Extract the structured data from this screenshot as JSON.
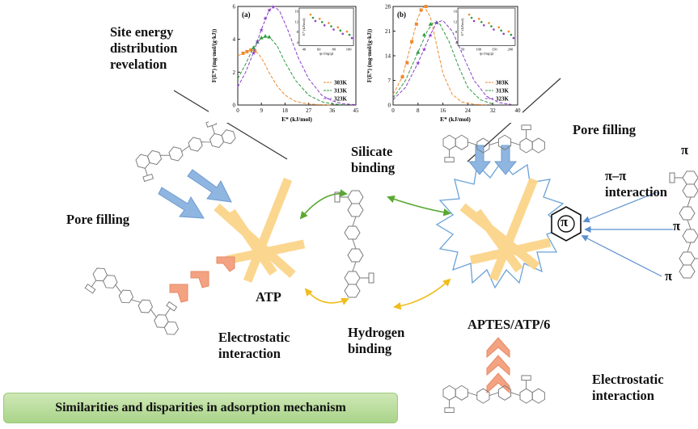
{
  "labels": {
    "site_energy": "Site energy distribution revelation",
    "pore_filling_left": "Pore filling",
    "pore_filling_right": "Pore filling",
    "silicate_binding": "Silicate binding",
    "hydrogen_binding": "Hydrogen binding",
    "atp": "ATP",
    "aptes": "APTES/ATP/6",
    "electrostatic_left": "Electrostatic interaction",
    "electrostatic_right": "Electrostatic interaction",
    "pi_pi": "π–π interaction",
    "pi_symbol": "π",
    "banner": "Similarities and disparities in adsorption mechanism"
  },
  "colors": {
    "clay": "#fbd48a",
    "blue_arrow": "#8fb6e0",
    "orange_arrow": "#f3a282",
    "green_link": "#5aa832",
    "yellow_link": "#f0bd1c",
    "blue_line": "#5b8fcf",
    "spiky": "#6aa2d8"
  },
  "chart_data": [
    {
      "type": "line",
      "panel": "(a)",
      "xlabel": "E* (kJ/mol)",
      "ylabel": "F(E*) (mg·mol/(g·kJ))",
      "xlim": [
        0,
        45
      ],
      "ylim": [
        0,
        6
      ],
      "xticks": [
        "0",
        "9",
        "18",
        "27",
        "36",
        "45"
      ],
      "yticks": [
        "0",
        "2",
        "4",
        "6"
      ],
      "legend": "bottom-right",
      "series": [
        {
          "name": "303K",
          "color": "#f08a2d",
          "x": [
            0,
            2,
            4,
            6,
            8,
            10,
            12,
            15,
            18,
            22,
            27,
            32,
            36
          ],
          "y": [
            3.0,
            3.15,
            3.3,
            3.35,
            3.1,
            2.6,
            1.95,
            1.15,
            0.6,
            0.22,
            0.06,
            0.02,
            0.01
          ],
          "markers_x": [
            2,
            3.5,
            5,
            6.5
          ],
          "markers_y": [
            3.15,
            3.25,
            3.35,
            3.3
          ]
        },
        {
          "name": "313K",
          "color": "#2e9a3f",
          "x": [
            0,
            3,
            6,
            9,
            12,
            15,
            18,
            22,
            27,
            32,
            36,
            40
          ],
          "y": [
            1.6,
            2.5,
            3.5,
            4.1,
            4.15,
            3.6,
            2.6,
            1.5,
            0.6,
            0.2,
            0.07,
            0.02
          ],
          "markers_x": [
            6,
            7.5,
            9,
            10.5,
            12
          ],
          "markers_y": [
            3.5,
            3.85,
            4.1,
            4.2,
            4.15
          ]
        },
        {
          "name": "323K",
          "color": "#8b3fc7",
          "x": [
            0,
            3,
            6,
            9,
            12,
            14,
            16,
            19,
            23,
            27,
            32,
            36,
            40,
            45
          ],
          "y": [
            1.1,
            2.0,
            3.2,
            4.6,
            5.8,
            6.0,
            5.7,
            4.6,
            2.9,
            1.6,
            0.6,
            0.25,
            0.08,
            0.02
          ],
          "markers_x": [
            6,
            7.5,
            9,
            10.5,
            12,
            13.5
          ],
          "markers_y": [
            3.2,
            3.9,
            4.6,
            5.3,
            5.8,
            6.0
          ]
        }
      ],
      "inset": {
        "xlabel": "qe (mg/g)",
        "ylabel": "E* (kJ/mol)",
        "xticks": [
          "40",
          "60",
          "80",
          "100"
        ],
        "yticks": [
          "4",
          "8",
          "12",
          "16"
        ]
      }
    },
    {
      "type": "line",
      "panel": "(b)",
      "xlabel": "E* (kJ/mol)",
      "ylabel": "F(E*) (mg·mol/(g·kJ))",
      "xlim": [
        0,
        40
      ],
      "ylim": [
        0,
        28
      ],
      "xticks": [
        "0",
        "8",
        "16",
        "24",
        "32",
        "40"
      ],
      "yticks": [
        "0",
        "7",
        "14",
        "21",
        "28"
      ],
      "legend": "bottom-right",
      "series": [
        {
          "name": "303K",
          "color": "#f08a2d",
          "x": [
            0,
            3,
            6,
            8,
            10,
            12,
            14,
            16,
            19,
            22,
            26,
            30
          ],
          "y": [
            3,
            8,
            18,
            25,
            28,
            25,
            17,
            9,
            3,
            0.9,
            0.2,
            0.05
          ],
          "markers_x": [
            3,
            4.5,
            6,
            7.5,
            9,
            10.5
          ],
          "markers_y": [
            8,
            12,
            18,
            23,
            27,
            28
          ]
        },
        {
          "name": "313K",
          "color": "#2e9a3f",
          "x": [
            0,
            4,
            8,
            11,
            13,
            15,
            18,
            21,
            24,
            28,
            32
          ],
          "y": [
            2,
            7,
            15,
            21,
            23.5,
            23,
            18,
            11,
            5,
            1.5,
            0.3
          ],
          "markers_x": [
            8,
            10,
            12,
            14
          ],
          "markers_y": [
            15,
            20,
            23,
            23.5
          ]
        },
        {
          "name": "323K",
          "color": "#8b3fc7",
          "x": [
            0,
            4,
            8,
            12,
            14,
            16,
            19,
            22,
            26,
            30,
            34,
            38
          ],
          "y": [
            1.5,
            5,
            12,
            20,
            23.5,
            24,
            21,
            15,
            7,
            2.5,
            0.7,
            0.15
          ],
          "markers_x": [
            8,
            10,
            12,
            14
          ],
          "markers_y": [
            12,
            16,
            20,
            23.5
          ]
        }
      ],
      "inset": {
        "xlabel": "qe (mg/g)",
        "ylabel": "E* (kJ/mol)",
        "xticks": [
          "50",
          "100",
          "150",
          "200"
        ],
        "yticks": [
          "4",
          "8",
          "12",
          "16"
        ]
      }
    }
  ]
}
